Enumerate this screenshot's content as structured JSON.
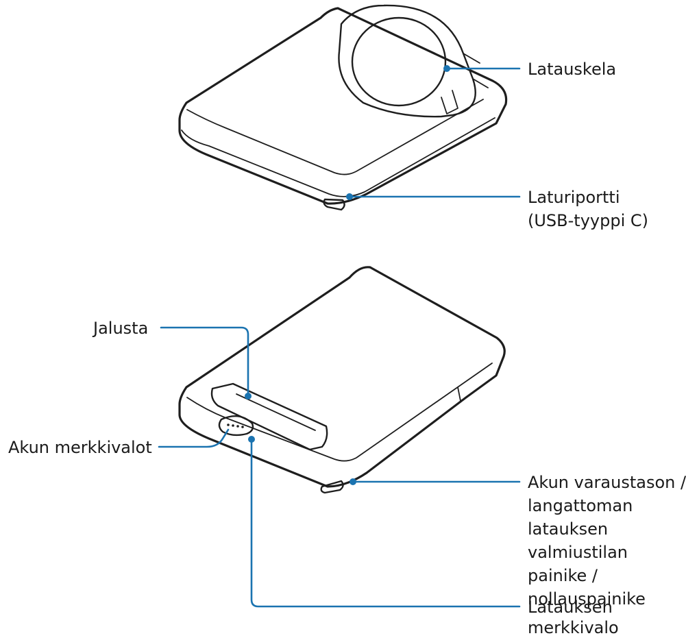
{
  "labels": {
    "charging_coil": "Latauskela",
    "charger_port_line1": "Laturiportti",
    "charger_port_line2": "(USB-tyyppi C)",
    "stand": "Jalusta",
    "battery_indicators": "Akun merkkivalot",
    "button_line1": "Akun varaustason /",
    "button_line2": "langattoman",
    "button_line3": "latauksen",
    "button_line4": "valmiustilan",
    "button_line5": "painike /",
    "button_line6": "nollauspainike",
    "charging_indicator_line1": "Latauksen",
    "charging_indicator_line2": "merkkivalo"
  },
  "colors": {
    "leader": "#1a73b0",
    "outline": "#1e1e1e",
    "text": "#1a1a1a"
  }
}
